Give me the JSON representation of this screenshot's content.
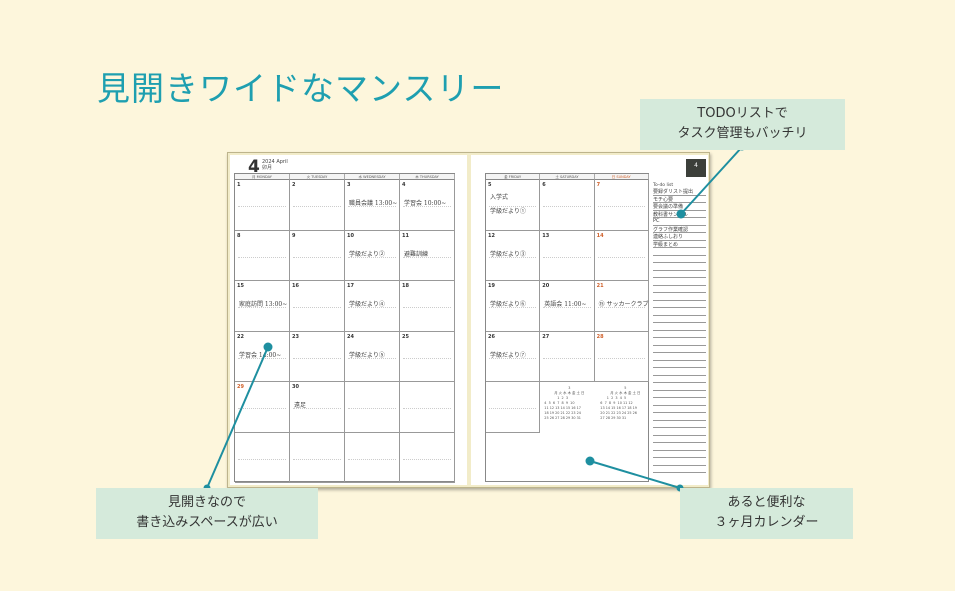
{
  "title": "見開きワイドなマンスリー",
  "callouts": {
    "todo": [
      "TODOリストで",
      "タスク管理もバッチリ"
    ],
    "spread": [
      "見開きなので",
      "書き込みスペースが広い"
    ],
    "mini_calendar": [
      "あると便利な",
      "３ヶ月カレンダー"
    ]
  },
  "planner": {
    "month": "4",
    "year_label": "2024  April",
    "sub_label": "卯月",
    "tab_month": "4",
    "left_days": [
      "月 MONDAY",
      "火 TUESDAY",
      "水 WEDNESDAY",
      "木 THURSDAY"
    ],
    "right_days": [
      "金 FRIDAY",
      "土 SATURDAY",
      "日 SUNDAY"
    ],
    "left_rows": [
      [
        {
          "d": "1"
        },
        {
          "d": "2"
        },
        {
          "d": "3",
          "notes": [
            "職員会議 13:00~"
          ]
        },
        {
          "d": "4",
          "notes": [
            "学習会 10:00~"
          ]
        }
      ],
      [
        {
          "d": "8"
        },
        {
          "d": "9"
        },
        {
          "d": "10",
          "notes": [
            "学級だより②"
          ]
        },
        {
          "d": "11",
          "notes": [
            "避難訓練"
          ]
        }
      ],
      [
        {
          "d": "15",
          "notes": [
            "家庭訪問 13:00~"
          ]
        },
        {
          "d": "16"
        },
        {
          "d": "17",
          "notes": [
            "学級だより④"
          ]
        },
        {
          "d": "18"
        }
      ],
      [
        {
          "d": "22",
          "notes": [
            "学習会 14:00~"
          ]
        },
        {
          "d": "23"
        },
        {
          "d": "24",
          "notes": [
            "学級だより⑤"
          ]
        },
        {
          "d": "25"
        }
      ],
      [
        {
          "d": "29",
          "red": true
        },
        {
          "d": "30",
          "notes": [
            "遠足"
          ]
        },
        {
          "d": ""
        },
        {
          "d": ""
        }
      ],
      [
        {
          "d": ""
        },
        {
          "d": ""
        },
        {
          "d": ""
        },
        {
          "d": ""
        }
      ]
    ],
    "right_rows": [
      [
        {
          "d": "5",
          "notes": [
            "入学式",
            "学級だより①"
          ]
        },
        {
          "d": "6"
        },
        {
          "d": "7",
          "red": true
        }
      ],
      [
        {
          "d": "12",
          "notes": [
            "学級だより③"
          ]
        },
        {
          "d": "13"
        },
        {
          "d": "14",
          "red": true
        }
      ],
      [
        {
          "d": "19",
          "notes": [
            "学級だより⑥"
          ]
        },
        {
          "d": "20",
          "notes": [
            "英語会 11:00~"
          ]
        },
        {
          "d": "21",
          "red": true,
          "notes": [
            "⑮ サッカークラブ"
          ]
        }
      ],
      [
        {
          "d": "26",
          "notes": [
            "学級だより⑦"
          ]
        },
        {
          "d": "27"
        },
        {
          "d": "28",
          "red": true
        }
      ],
      [
        {
          "d": ""
        },
        {
          "d": ""
        },
        {
          "d": ""
        }
      ]
    ],
    "todo_title": "To-do list",
    "todo_items": [
      "要録ダリスト提出",
      "モチ心要",
      "要会議の準備",
      "教科書サンプル",
      "PC",
      "グラフ作業確認",
      "連絡ふしおり",
      "学級まとめ"
    ],
    "mini_calendars": [
      {
        "month": "3",
        "weekdays": "月 火 水 木 金 土 日",
        "weeks": [
          "            1  2  3",
          "4  5  6  7  8  9  10",
          "11 12 13 14 15 16 17",
          "18 19 20 21 22 23 24",
          "25 26 27 28 29 30 31"
        ]
      },
      {
        "month": "5",
        "weekdays": "月 火 水 木 金 土 日",
        "weeks": [
          "      1  2  3  4  5",
          "6  7  8  9  10 11 12",
          "13 14 15 16 17 18 19",
          "20 21 22 23 24 25 26",
          "27 28 29 30 31"
        ]
      }
    ]
  },
  "colors": {
    "accent": "#1e9fb0",
    "callout_bg": "#d5eadb",
    "background": "#fdf6dc"
  }
}
